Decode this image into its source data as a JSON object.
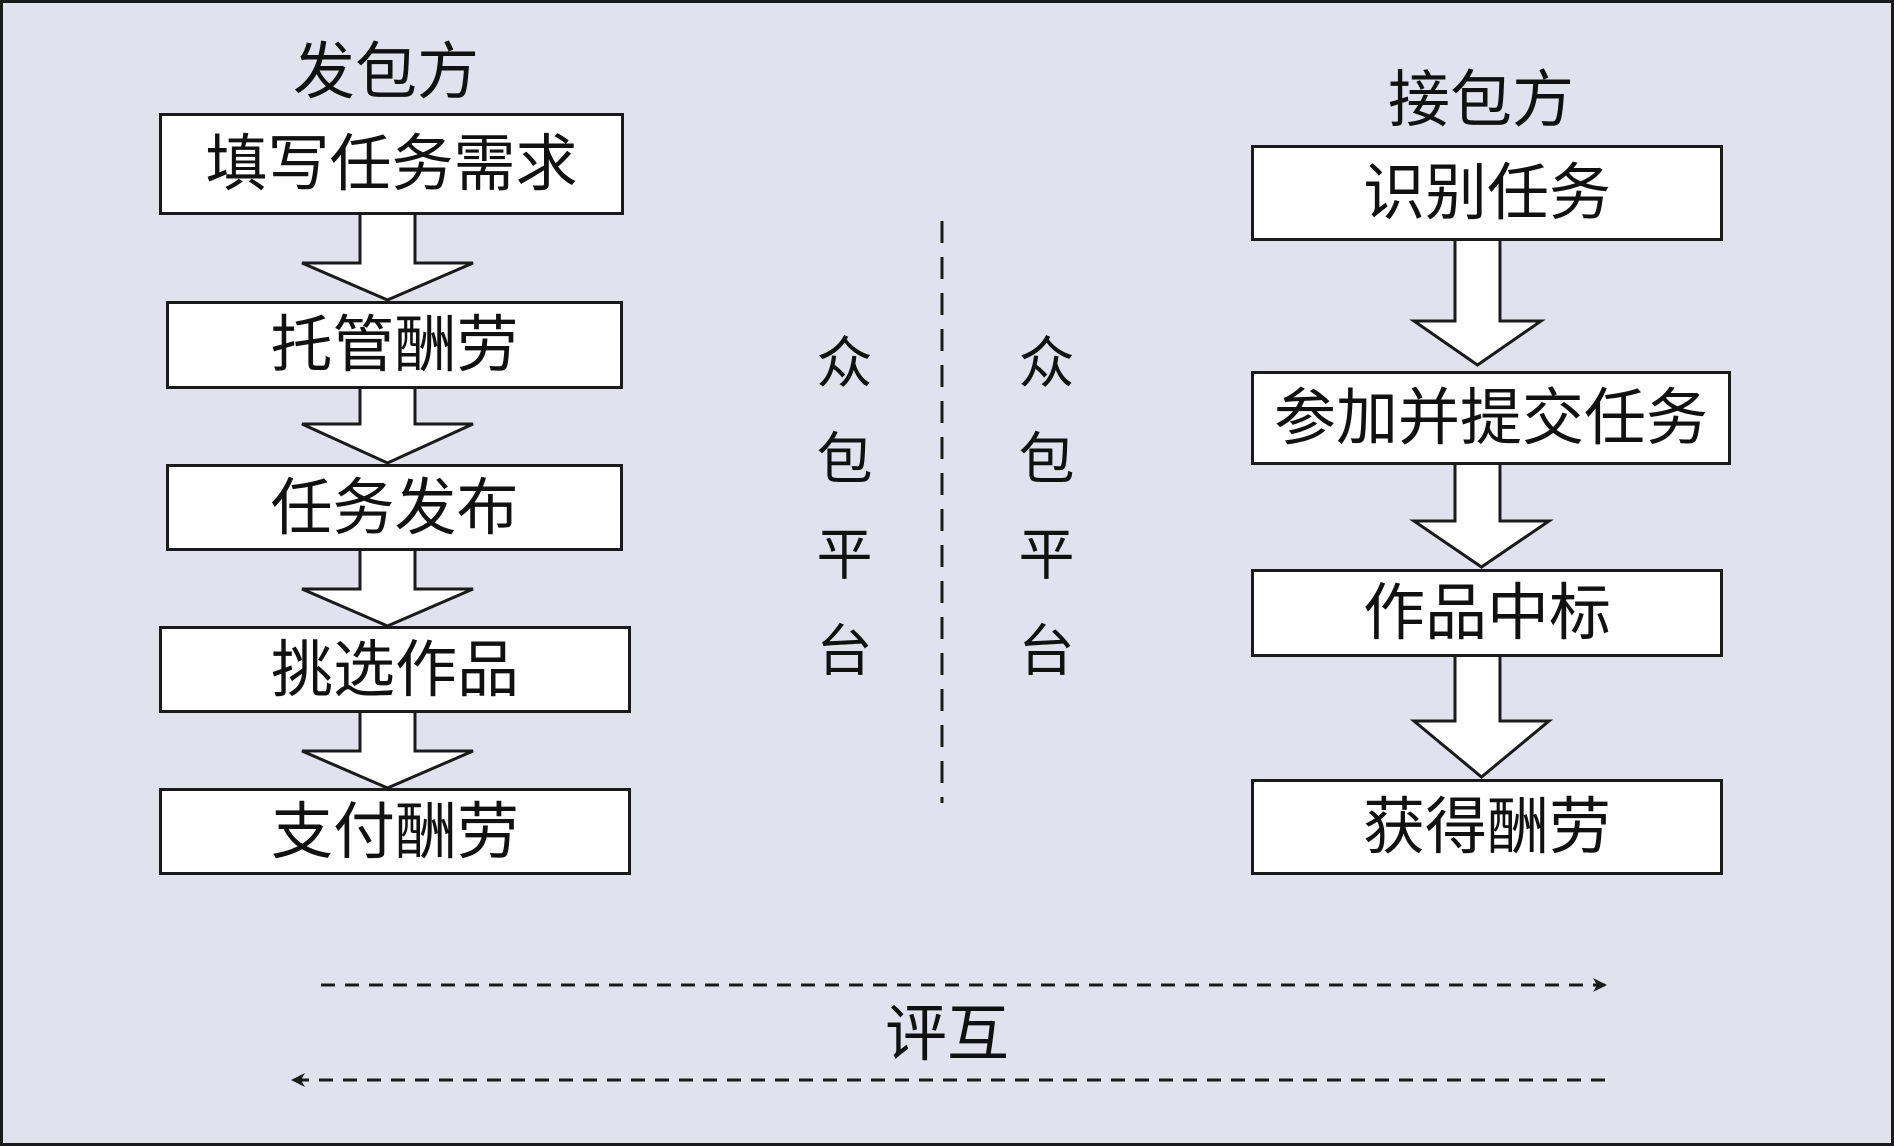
{
  "left_column": {
    "heading": "发包方",
    "steps": [
      "填写任务需求",
      "托管酬劳",
      "任务发布",
      "挑选作品",
      "支付酬劳"
    ]
  },
  "right_column": {
    "heading": "接包方",
    "steps": [
      "识别任务",
      "参加并提交任务",
      "作品中标",
      "获得酬劳"
    ]
  },
  "platform": {
    "left_label": "众包平台",
    "right_label": "众包平台"
  },
  "interaction_label": "评互",
  "colors": {
    "background": "#e2e2ee",
    "box_fill": "#ffffff",
    "stroke": "#1a1a1a"
  }
}
